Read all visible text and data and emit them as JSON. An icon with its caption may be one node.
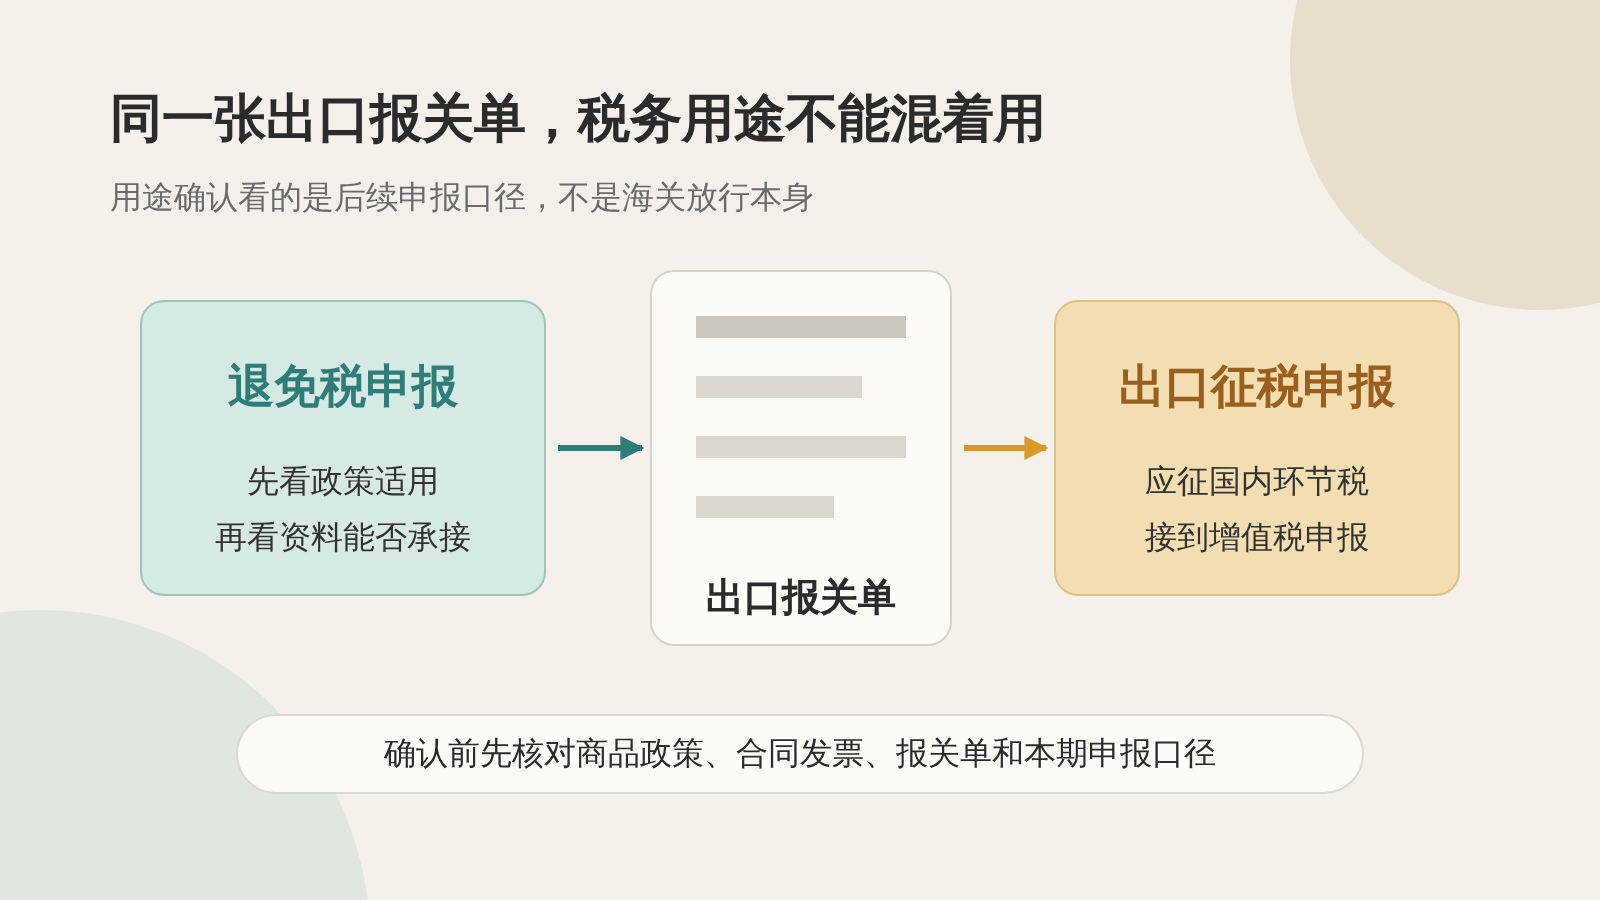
{
  "diagram": {
    "title": "同一张出口报关单，税务用途不能混着用",
    "caption": "用途确认看的是后续申报口径，不是海关放行本身",
    "nodes": [
      {
        "text": [
          "退免税申报",
          "先看政策适用",
          "再看资料能否承接"
        ]
      },
      {
        "text": [
          "出口报关单"
        ]
      },
      {
        "text": [
          "出口征税申报",
          "应征国内环节税",
          "接到增值税申报"
        ]
      },
      {
        "text": [
          "确认前先核对商品政策、合同发票、报关单和本期申报口径"
        ]
      }
    ],
    "edges": [
      {
        "from": 0,
        "to": 1,
        "arrow": "to",
        "color": "#2f7d78"
      },
      {
        "from": 1,
        "to": 2,
        "arrow": "to",
        "color": "#d99a2b"
      }
    ]
  }
}
